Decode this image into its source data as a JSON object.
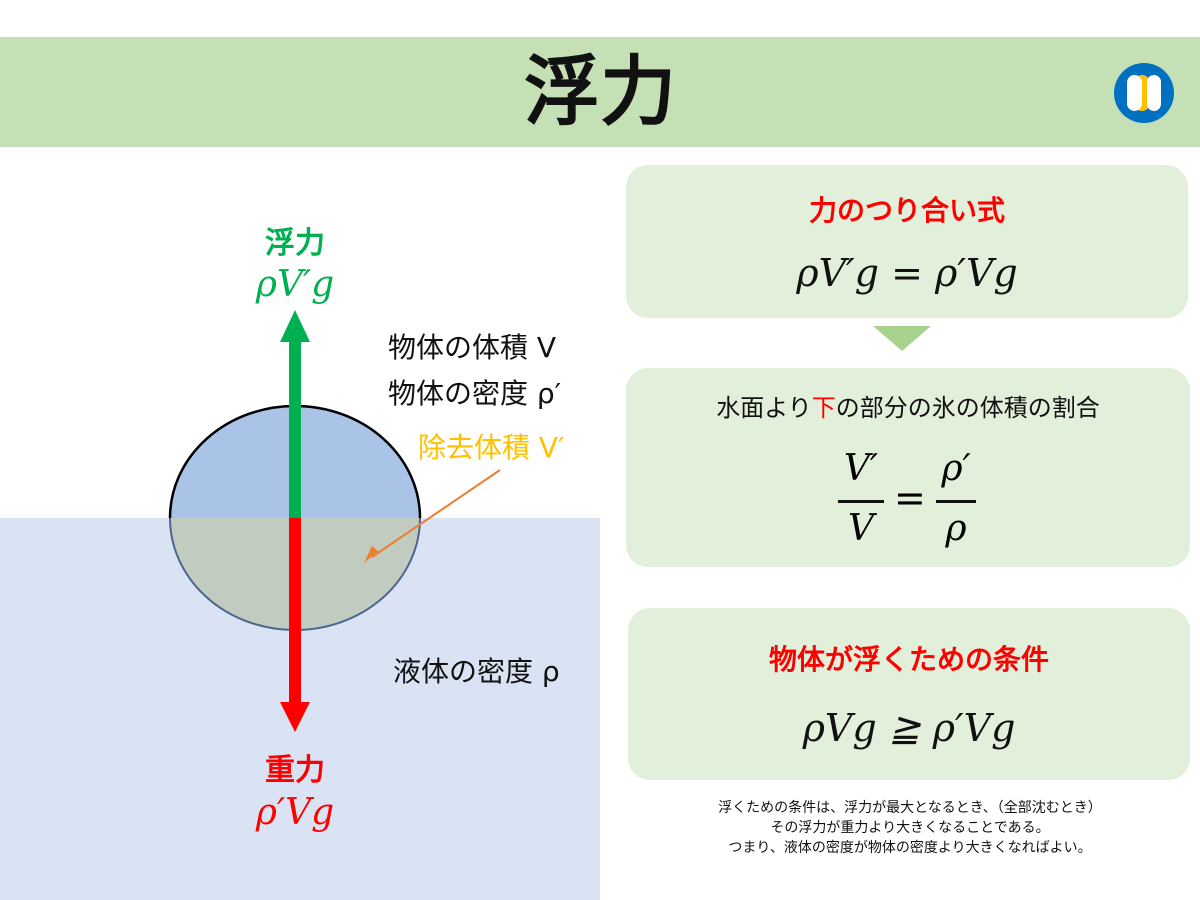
{
  "title": "浮力",
  "logo": "logo-icon",
  "diagram": {
    "buoyancy_label": "浮力",
    "buoyancy_formula": "ρV′g",
    "gravity_label": "重力",
    "gravity_formula": "ρ′Vg",
    "object_volume": "物体の体積 V",
    "object_density": "物体の密度 ρ′",
    "displaced_volume": "除去体積 V′",
    "liquid_density": "液体の密度 ρ",
    "colors": {
      "buoyancy": "#00b050",
      "gravity": "#ff0000",
      "displaced": "#ffc000",
      "water": "#dae3f3"
    }
  },
  "boxes": {
    "balance_title": "力のつり合い式",
    "balance_formula": "ρV′g = ρ′Vg",
    "ratio_title_pre": "水面より",
    "ratio_title_em": "下",
    "ratio_title_post": "の部分の氷の体積の割合",
    "ratio_num_left": "V′",
    "ratio_den_left": "V",
    "ratio_eq": "=",
    "ratio_num_right": "ρ′",
    "ratio_den_right": "ρ",
    "float_title": "物体が浮くための条件",
    "float_formula": "ρVg ≧ ρ′Vg"
  },
  "notes": [
    "浮くための条件は、浮力が最大となるとき、（全部沈むとき）",
    "その浮力が重力より大きくなることである。",
    "つまり、液体の密度が物体の密度より大きくなればよい。"
  ]
}
